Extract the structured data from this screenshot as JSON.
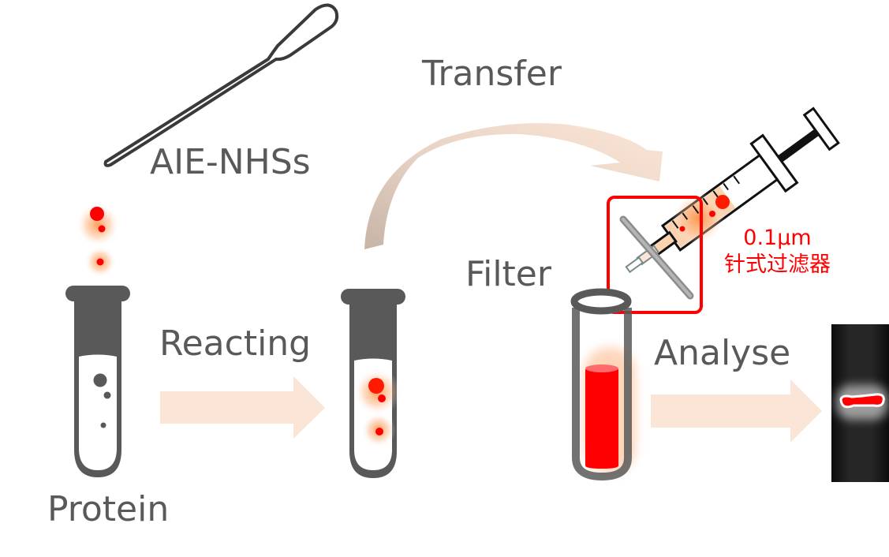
{
  "labels": {
    "reagent": "AIE-NHSs",
    "transfer": "Transfer",
    "reacting": "Reacting",
    "filter": "Filter",
    "analyse": "Analyse",
    "protein": "Protein"
  },
  "filter_spec": {
    "pore_size": "0.1μm",
    "filter_name_zh": "针式过滤器"
  },
  "colors": {
    "text_gray": "#595959",
    "tube_gray": "#595959",
    "arrow_peach": "#fbe5d6",
    "arrow_brown": "#c9b6a8",
    "highlight_red": "#ff0000",
    "fluorescent_red": "#ff0000",
    "glow_orange": "#ff9a50",
    "gel_background": "#111111"
  },
  "steps": [
    {
      "name": "protein",
      "label_key": "labels.protein"
    },
    {
      "name": "reacting",
      "label_key": "labels.reacting"
    },
    {
      "name": "transfer",
      "label_key": "labels.transfer"
    },
    {
      "name": "filter",
      "label_key": "labels.filter"
    },
    {
      "name": "analyse",
      "label_key": "labels.analyse"
    }
  ]
}
